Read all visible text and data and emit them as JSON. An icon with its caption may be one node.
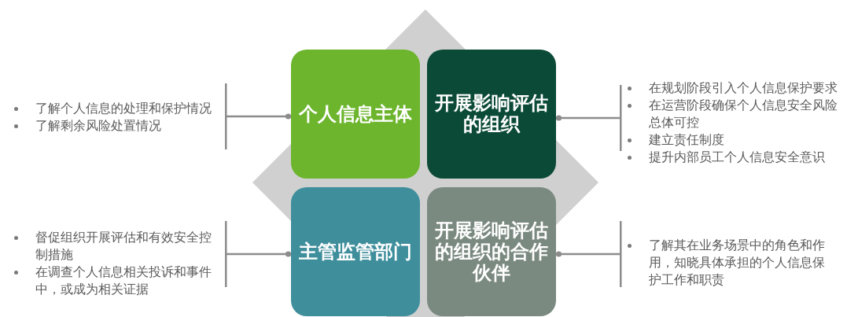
{
  "diagram": {
    "nodes": [
      {
        "text": [
          "了解个人信息的处理和保护情况",
          "了解剩余风险处置情况"
        ]
      },
      {
        "text": [
          "个人信息主体"
        ]
      },
      {
        "text": [
          "开展影响评估的组织"
        ]
      },
      {
        "text": [
          "在规划阶段引入个人信息保护要求",
          "在运营阶段确保个人信息安全风险总体可控",
          "建立责任制度",
          "提升内部员工个人信息安全意识"
        ]
      },
      {
        "text": [
          "督促组织开展评估和有效安全控制措施",
          "在调查个人信息相关投诉和事件中，或成为相关证据"
        ]
      },
      {
        "text": [
          "主管监管部门"
        ]
      },
      {
        "text": [
          "开展影响评估的组织的合作伙伴"
        ]
      },
      {
        "text": [
          "了解其在业务场景中的角色和作用，知晓具体承担的个人信息保护工作和职责"
        ]
      }
    ],
    "edges": [
      {
        "from": 0,
        "to": 1,
        "arrow": "other"
      },
      {
        "from": 3,
        "to": 2,
        "arrow": "other"
      },
      {
        "from": 4,
        "to": 5,
        "arrow": "other"
      },
      {
        "from": 7,
        "to": 6,
        "arrow": "other"
      }
    ]
  }
}
